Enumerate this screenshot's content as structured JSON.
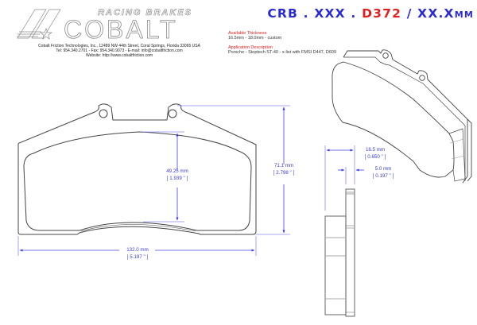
{
  "logo": {
    "tagline": "RACING BRAKES",
    "brand": "COBALT"
  },
  "company": {
    "address_line": "Cobalt Friction Technologies, Inc., 12489 NW 44th Street, Coral Springs, Florida 33065 USA",
    "contact_line": "Tel: 954.340.2701  -  Fax: 954.340.9073  -  E-mail: info@cobaltfriction.com",
    "website_line": "Website: http://www.cobaltfriction.com"
  },
  "part_number": {
    "prefix": "CRB . XXX . ",
    "code": "D372",
    "suffix": " / XX.X",
    "unit": "MM",
    "colors": {
      "primary": "#2b2bd6",
      "accent": "#e02020"
    }
  },
  "thickness": {
    "label": "Available Thickness",
    "value": "16.5mm - 18.0mm - custom"
  },
  "application": {
    "label": "Application Description",
    "value": "Porsche - Stoptech ST-40 - x-list with FMSI D447, D609"
  },
  "dimensions": {
    "friction_height": {
      "mm": "49.25 mm",
      "inch": "1.939 \""
    },
    "overall_height": {
      "mm": "71.1 mm",
      "inch": "2.798 \""
    },
    "overall_width": {
      "mm": "132.0 mm",
      "inch": "5.197 \""
    },
    "total_thickness": {
      "mm": "16.5 mm",
      "inch": "0.650 \""
    },
    "backplate_thickness": {
      "mm": "5.0 mm",
      "inch": "0.197 \""
    }
  },
  "colors": {
    "dimension_line": "#4040e8",
    "outline": "#444444"
  }
}
